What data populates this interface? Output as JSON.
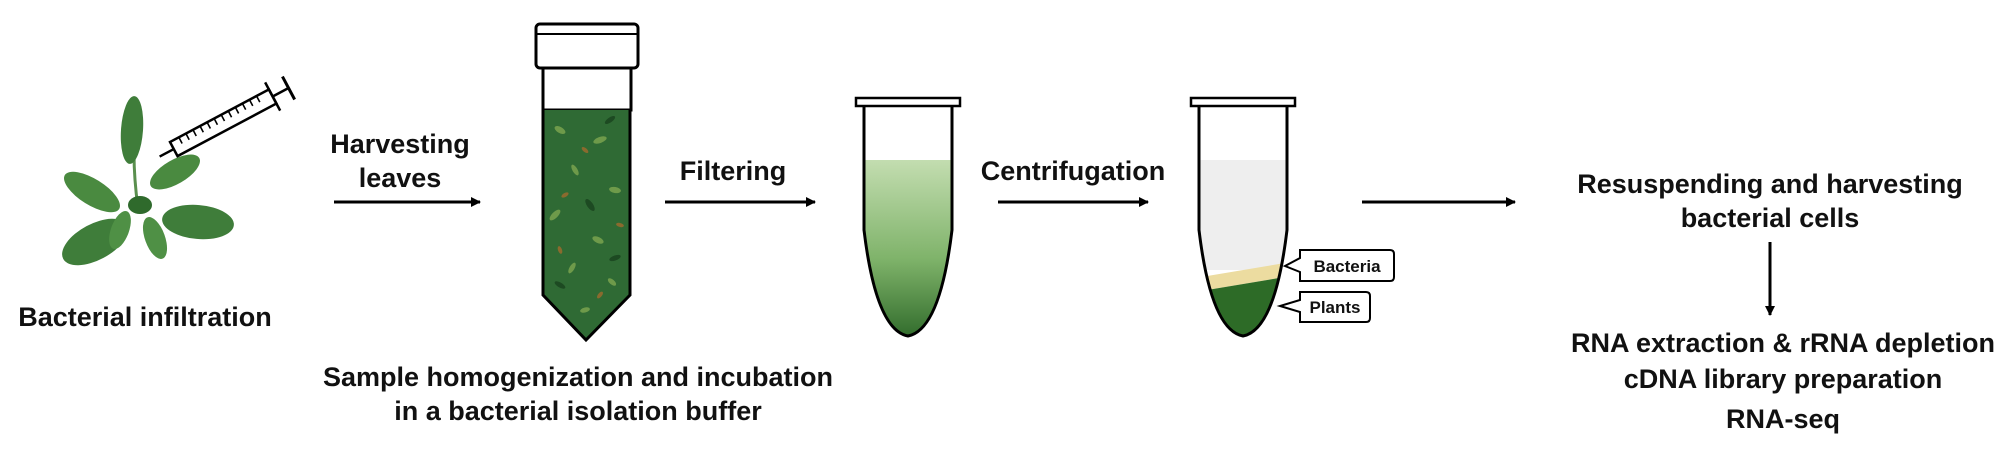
{
  "steps": {
    "infiltration": "Bacterial infiltration",
    "harvest_line1": "Harvesting",
    "harvest_line2": "leaves",
    "homogenize_line1": "Sample homogenization and incubation",
    "homogenize_line2": "in a bacterial isolation buffer",
    "filtering": "Filtering",
    "centrifugation": "Centrifugation",
    "resuspend_line1": "Resuspending and harvesting",
    "resuspend_line2": "bacterial cells",
    "downstream_line1": "RNA extraction & rRNA depletion",
    "downstream_line2": "cDNA library preparation",
    "downstream_line3": "RNA-seq"
  },
  "tube_callouts": {
    "bacteria": "Bacteria",
    "plants": "Plants"
  },
  "colors": {
    "leaf_green": "#3f7d3a",
    "homogenate_green": "#2f6a34",
    "filtrate_light": "#b9d7a6",
    "filtrate_dark": "#3a7a32",
    "pellet_green": "#2d6b27",
    "bacteria_layer": "#ecdca0",
    "supernatant": "#eeeeee"
  }
}
